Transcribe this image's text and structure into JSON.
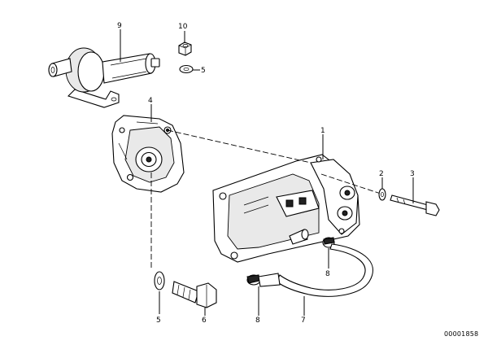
{
  "callouts": {
    "c1": "1",
    "c2": "2",
    "c3": "3",
    "c4": "4",
    "c5a": "5",
    "c5b": "5",
    "c6": "6",
    "c7": "7",
    "c8a": "8",
    "c8b": "8",
    "c9": "9",
    "c10": "10"
  },
  "diagram_number": "00001858"
}
